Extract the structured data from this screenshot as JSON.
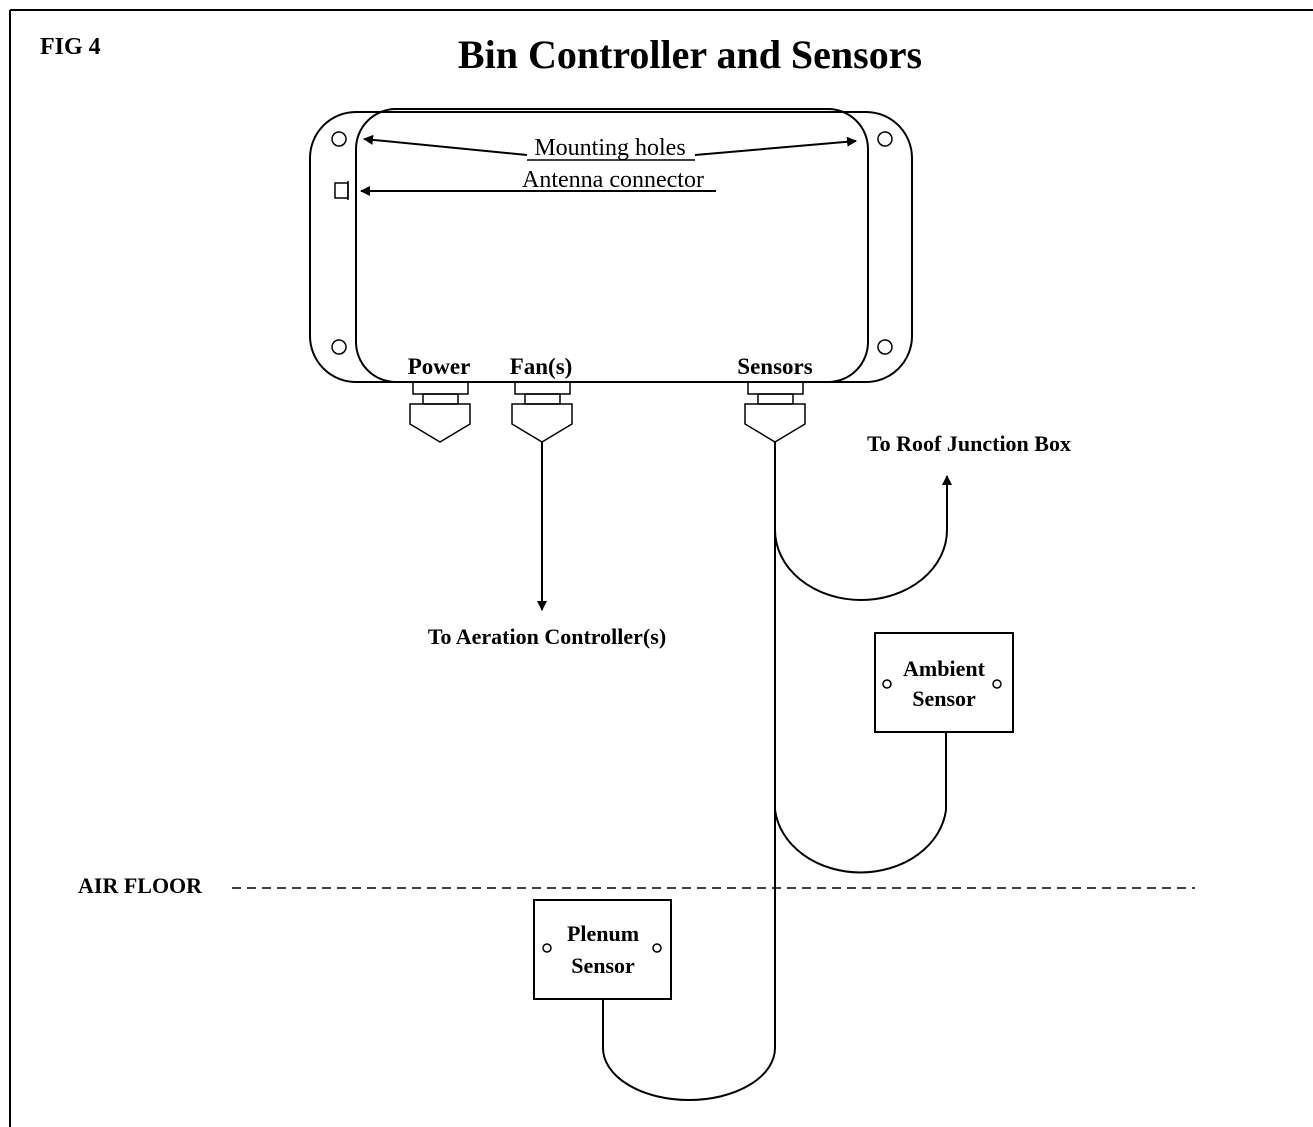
{
  "figure": {
    "label": "FIG 4",
    "title": "Bin Controller and Sensors"
  },
  "controller": {
    "mounting_holes_label": "Mounting holes",
    "antenna_label": "Antenna connector",
    "ports": {
      "power": "Power",
      "fans": "Fan(s)",
      "sensors": "Sensors"
    }
  },
  "destinations": {
    "roof_junction": "To Roof Junction Box",
    "aeration": "To Aeration Controller(s)"
  },
  "sensors": {
    "ambient": {
      "line1": "Ambient",
      "line2": "Sensor"
    },
    "plenum": {
      "line1": "Plenum",
      "line2": "Sensor"
    }
  },
  "air_floor_label": "AIR FLOOR"
}
